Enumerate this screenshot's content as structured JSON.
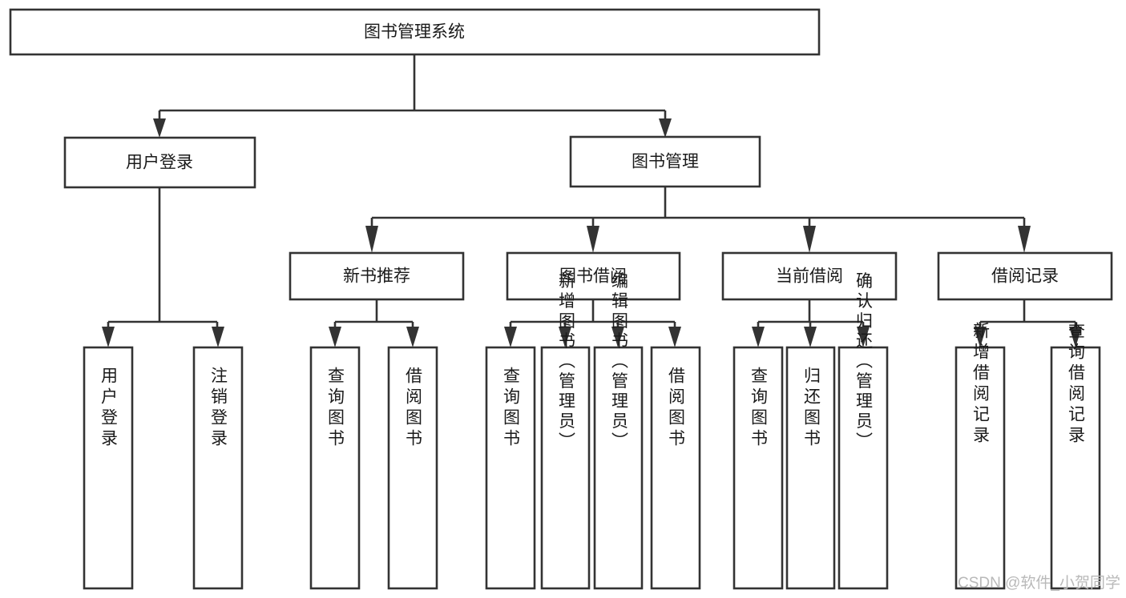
{
  "diagram": {
    "title": "图书管理系统",
    "type": "hierarchy-tree",
    "root": {
      "id": "root",
      "label": "图书管理系统",
      "orientation": "horizontal"
    },
    "level2": [
      {
        "id": "user-login",
        "label": "用户登录",
        "orientation": "horizontal"
      },
      {
        "id": "book-management",
        "label": "图书管理",
        "orientation": "horizontal"
      }
    ],
    "level3": [
      {
        "id": "new-book-recommend",
        "label": "新书推荐",
        "parent": "book-management",
        "orientation": "horizontal"
      },
      {
        "id": "book-borrow",
        "label": "图书借阅",
        "parent": "book-management",
        "orientation": "horizontal"
      },
      {
        "id": "current-borrow",
        "label": "当前借阅",
        "parent": "book-management",
        "orientation": "horizontal"
      },
      {
        "id": "borrow-record",
        "label": "借阅记录",
        "parent": "book-management",
        "orientation": "horizontal"
      }
    ],
    "leaves": [
      {
        "id": "leaf-user-login",
        "label": "用户登录",
        "parent": "user-login",
        "orientation": "vertical"
      },
      {
        "id": "leaf-logout-login",
        "label": "注销登录",
        "parent": "user-login",
        "orientation": "vertical"
      },
      {
        "id": "leaf-query-book-1",
        "label": "查询图书",
        "parent": "new-book-recommend",
        "orientation": "vertical"
      },
      {
        "id": "leaf-borrow-book-1",
        "label": "借阅图书",
        "parent": "new-book-recommend",
        "orientation": "vertical"
      },
      {
        "id": "leaf-query-book-2",
        "label": "查询图书",
        "parent": "book-borrow",
        "orientation": "vertical"
      },
      {
        "id": "leaf-add-book-admin",
        "label": "新增图书（管理员）",
        "parent": "book-borrow",
        "orientation": "vertical"
      },
      {
        "id": "leaf-edit-book-admin",
        "label": "编辑图书（管理员）",
        "parent": "book-borrow",
        "orientation": "vertical"
      },
      {
        "id": "leaf-borrow-book-2",
        "label": "借阅图书",
        "parent": "book-borrow",
        "orientation": "vertical"
      },
      {
        "id": "leaf-query-book-3",
        "label": "查询图书",
        "parent": "current-borrow",
        "orientation": "vertical"
      },
      {
        "id": "leaf-return-book",
        "label": "归还图书",
        "parent": "current-borrow",
        "orientation": "vertical"
      },
      {
        "id": "leaf-confirm-return-admin",
        "label": "确认归还（管理员）",
        "parent": "current-borrow",
        "orientation": "vertical"
      },
      {
        "id": "leaf-add-borrow-record",
        "label": "新增借阅记录",
        "parent": "borrow-record",
        "orientation": "vertical"
      },
      {
        "id": "leaf-query-borrow-record",
        "label": "查询借阅记录",
        "parent": "borrow-record",
        "orientation": "vertical"
      }
    ]
  },
  "watermark": {
    "text": "CSDN @软件_小贺同学"
  },
  "colors": {
    "box_stroke": "#333333",
    "box_fill": "#ffffff",
    "text": "#1a1a1a",
    "background": "#ffffff",
    "watermark": "#b9b9b9"
  }
}
